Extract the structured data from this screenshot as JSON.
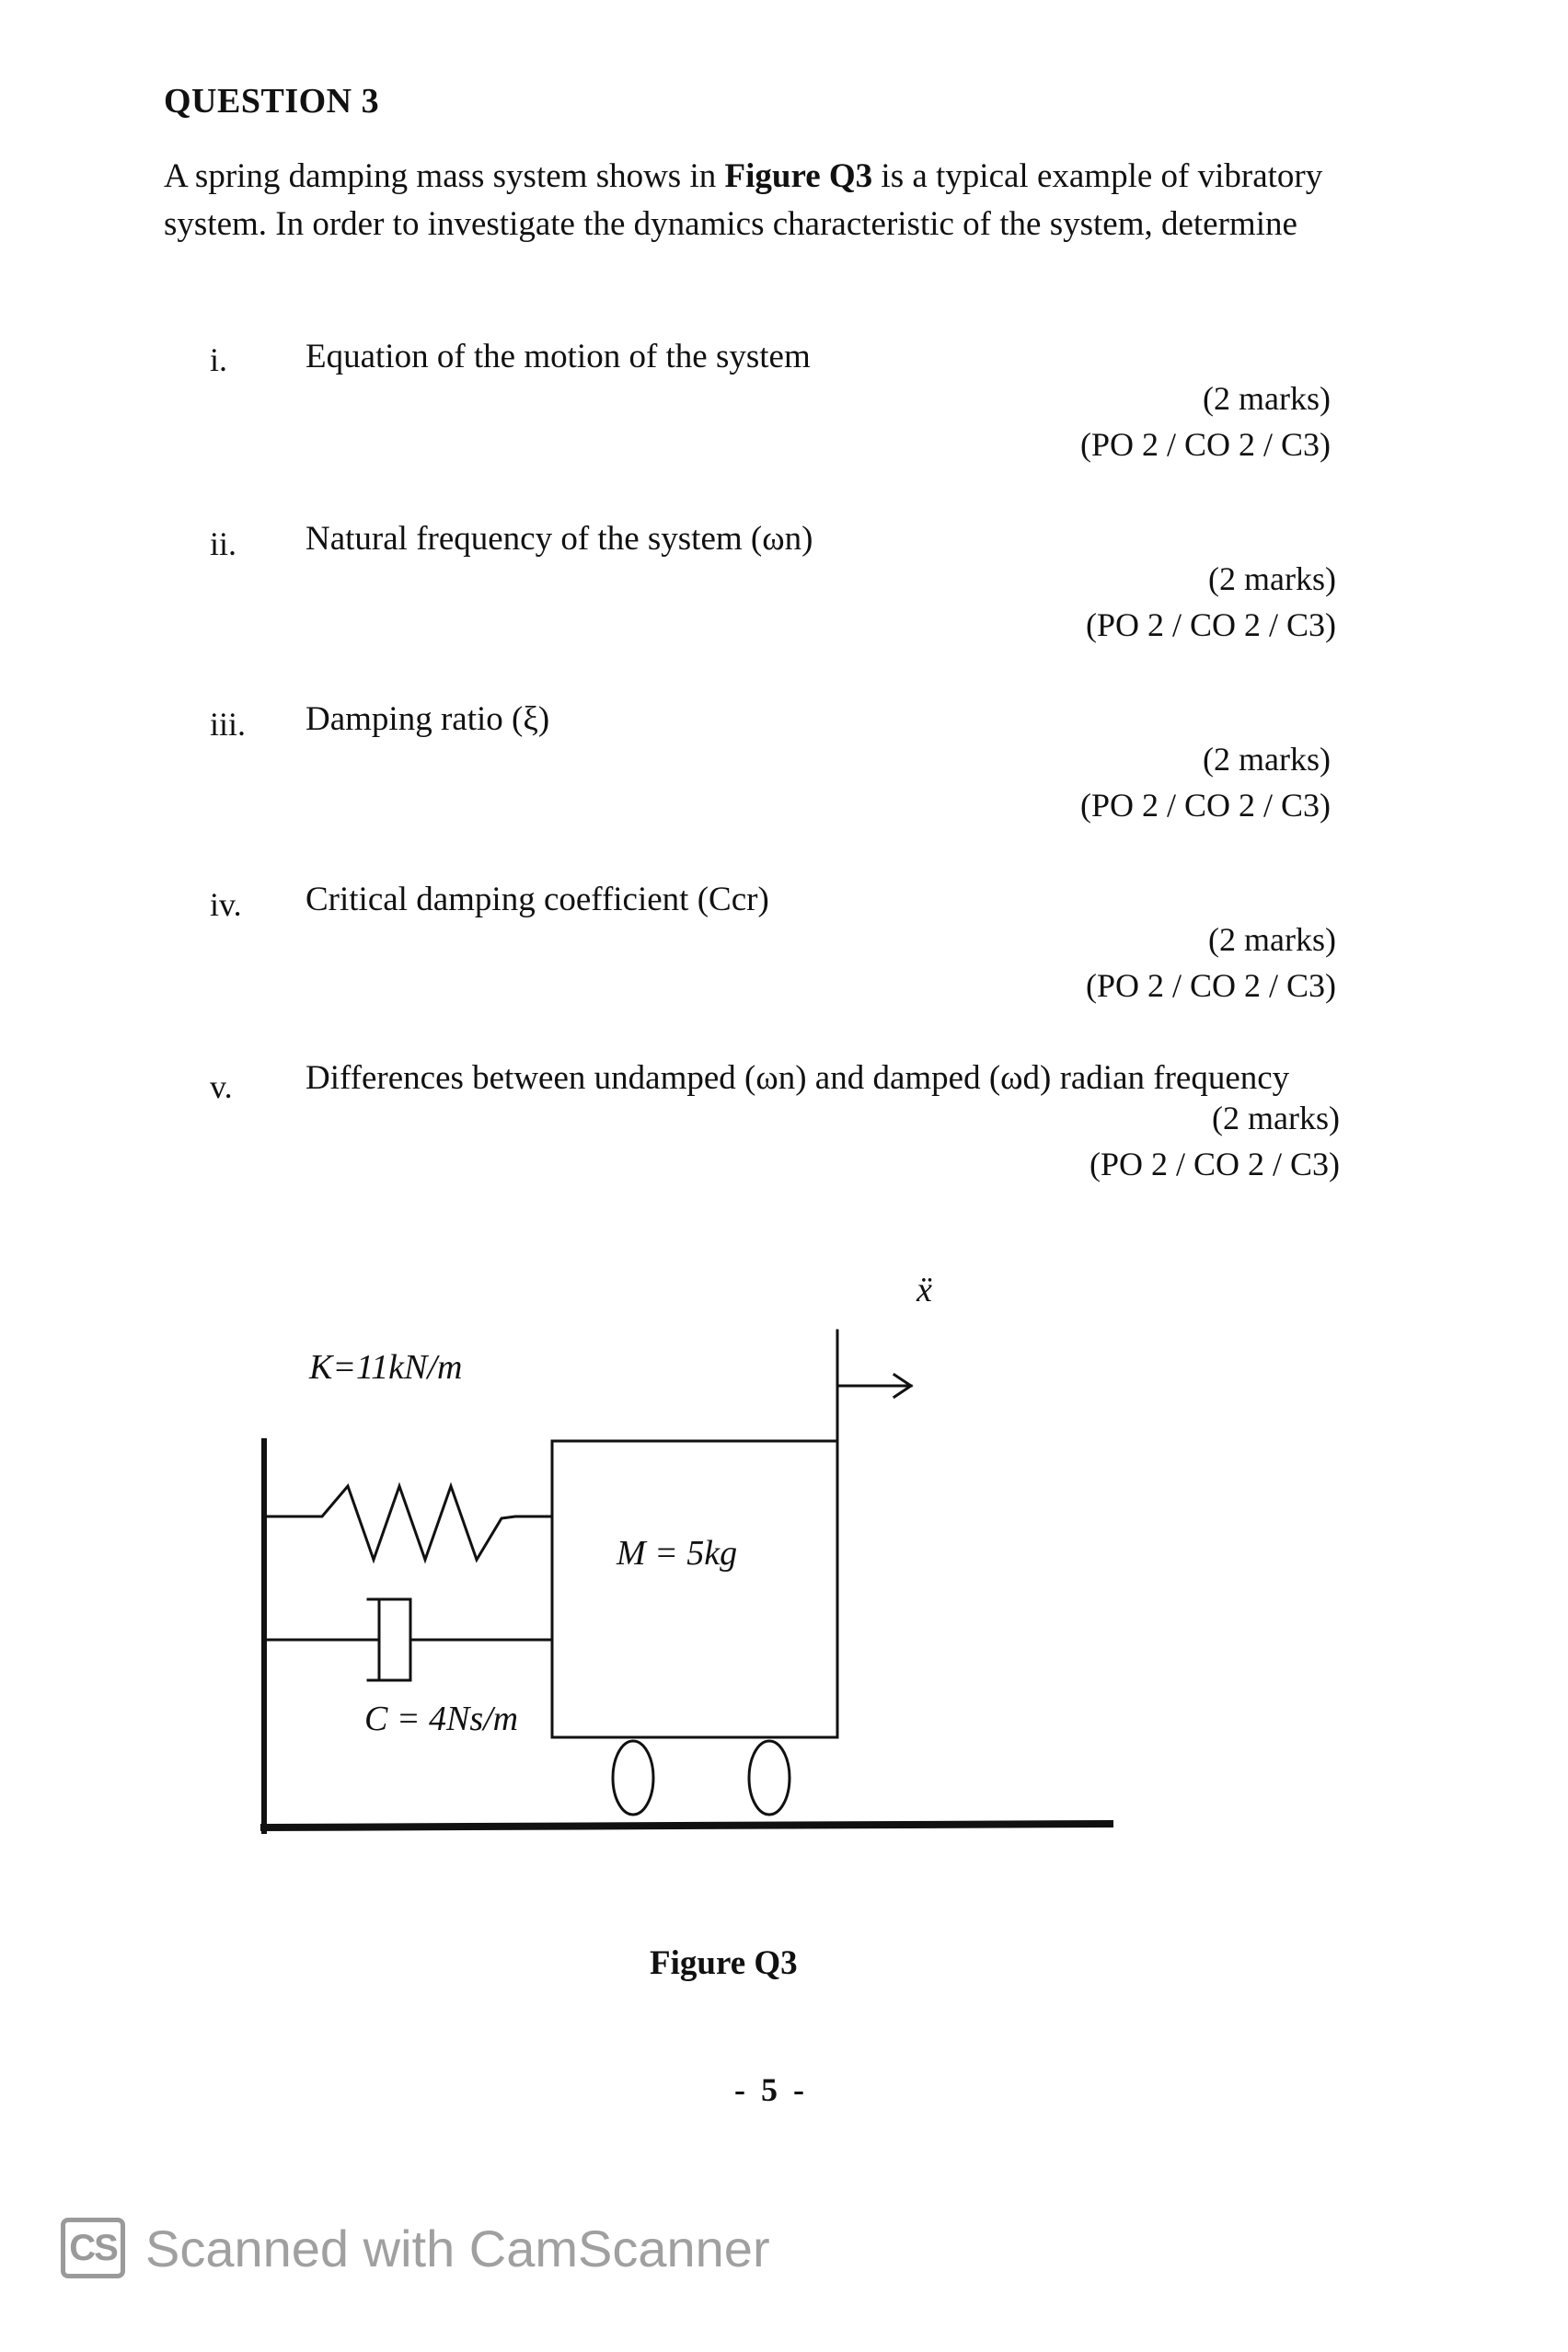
{
  "question": {
    "heading": "QUESTION 3",
    "intro_part1": "A spring damping mass system shows in ",
    "intro_bold": "Figure Q3",
    "intro_part2": " is a typical example of vibratory system. In order to investigate the dynamics characteristic of the system, determine"
  },
  "items": [
    {
      "num": "i.",
      "text": "Equation of the motion of the system",
      "marks": "(2 marks)",
      "outcome": "(PO 2 / CO 2 / C3)"
    },
    {
      "num": "ii.",
      "text": "Natural frequency of the system (ωn)",
      "marks": "(2 marks)",
      "outcome": "(PO 2 / CO 2 / C3)"
    },
    {
      "num": "iii.",
      "text": "Damping ratio (ξ)",
      "marks": "(2 marks)",
      "outcome": "(PO 2 / CO 2 / C3)"
    },
    {
      "num": "iv.",
      "text": "Critical damping coefficient (Ccr)",
      "marks": "(2 marks)",
      "outcome": "(PO 2 / CO 2 / C3)"
    },
    {
      "num": "v.",
      "text": "Differences between undamped (ωn) and damped (ωd) radian frequency",
      "marks": "(2 marks)",
      "outcome": "(PO 2 / CO 2 / C3)"
    }
  ],
  "figure": {
    "spring_label": "K=11kN/m",
    "mass_label": "M = 5kg",
    "damper_label": "C = 4Ns/m",
    "displacement_label": "ẍ",
    "caption": "Figure Q3"
  },
  "footer": {
    "page_number": "- 5 -",
    "watermark_logo": "CS",
    "watermark_text": "Scanned with CamScanner"
  }
}
